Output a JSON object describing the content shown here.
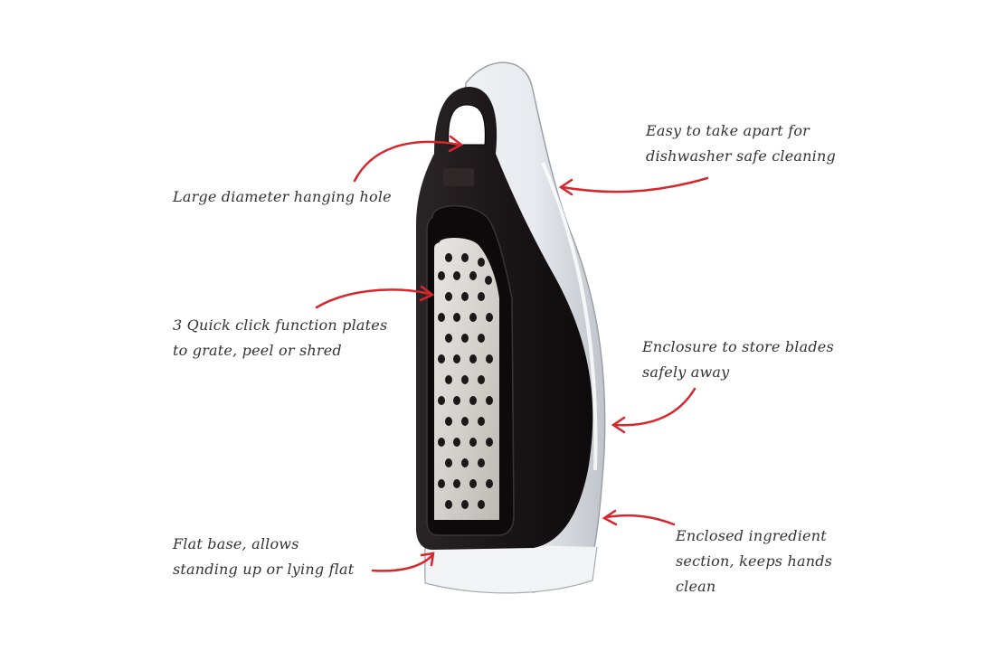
{
  "colors": {
    "background": "#ffffff",
    "text": "#333333",
    "arrow": "#d7262c",
    "grater_body": "#1c1718",
    "enclosure": "#e9ecef",
    "blade": "#d8d8d4"
  },
  "callouts": {
    "hanging_hole": {
      "lines": [
        "Large diameter hanging hole"
      ]
    },
    "dishwasher": {
      "lines": [
        "Easy to take apart for",
        "dishwasher safe cleaning"
      ]
    },
    "plates": {
      "lines": [
        "3 Quick click function plates",
        "to grate, peel or shred"
      ]
    },
    "enclosure": {
      "lines": [
        "Enclosure to store blades",
        "safely away"
      ]
    },
    "flat_base": {
      "lines": [
        "Flat base, allows",
        "standing up or lying flat"
      ]
    },
    "ingredient": {
      "lines": [
        "Enclosed ingredient",
        "section, keeps hands",
        "clean"
      ]
    }
  }
}
